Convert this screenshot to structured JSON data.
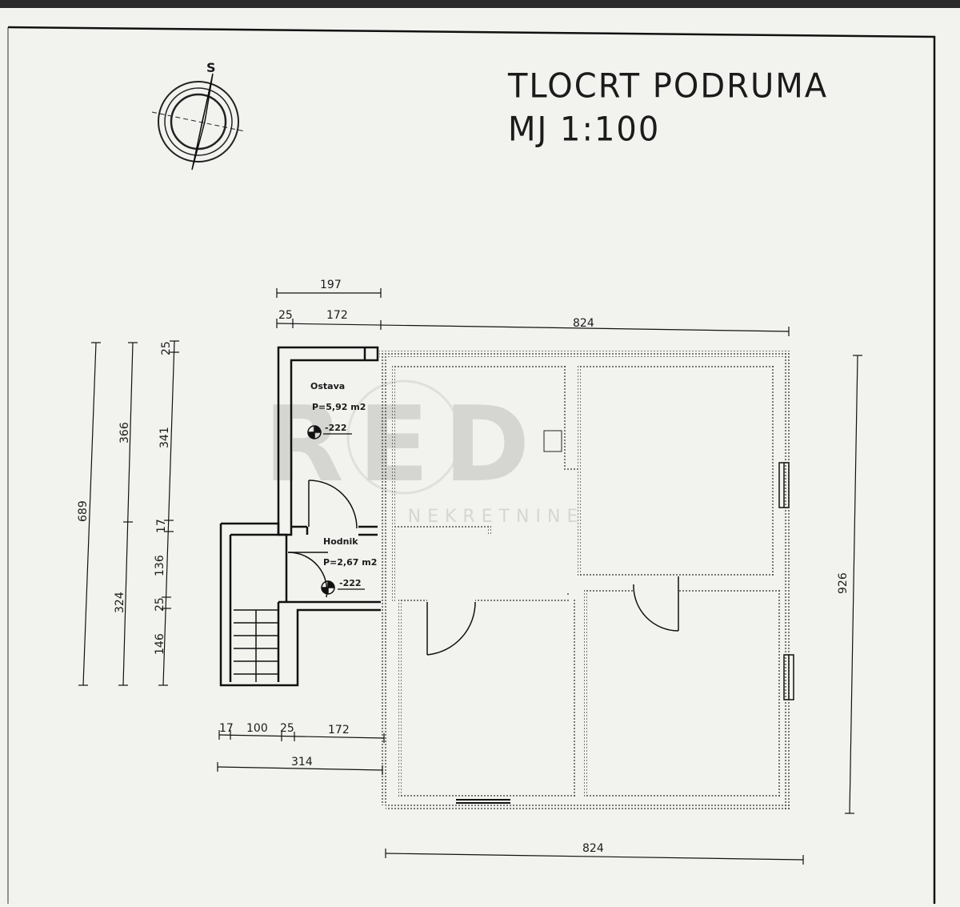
{
  "title": {
    "line1": "TLOCRT PODRUMA",
    "line2": "MJ 1:100"
  },
  "compass": {
    "north_label": "S"
  },
  "rooms": [
    {
      "name": "Ostava",
      "area": "P=5,92 m2",
      "level": "-222"
    },
    {
      "name": "Hodnik",
      "area": "P=2,67 m2",
      "level": "-222"
    }
  ],
  "dimensions": {
    "top_197": "197",
    "top_25": "25",
    "top_172": "172",
    "top_824": "824",
    "left_689": "689",
    "left_366": "366",
    "left_324": "324",
    "left_25a": "25",
    "left_341": "341",
    "left_17": "17",
    "left_136": "136",
    "left_25b": "25",
    "left_146": "146",
    "bottom_17": "17",
    "bottom_100": "100",
    "bottom_25": "25",
    "bottom_172": "172",
    "bottom_314": "314",
    "bottom_824": "824",
    "right_926": "926"
  },
  "watermark": {
    "logo": "RED",
    "subtitle": "NEKRETNINE"
  }
}
